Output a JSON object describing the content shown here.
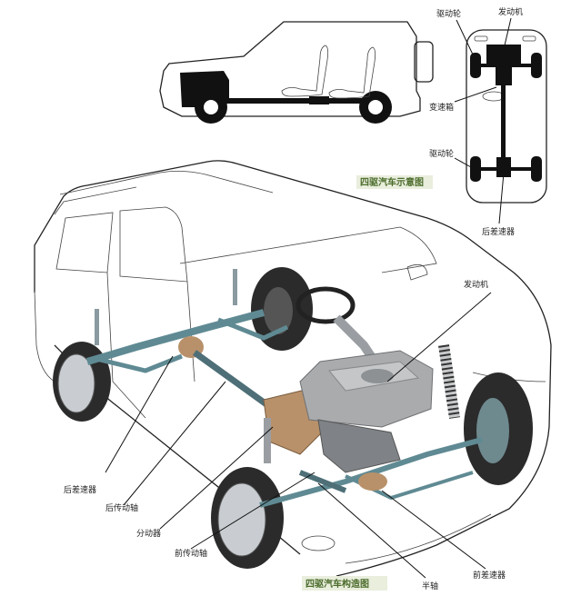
{
  "top_diagram": {
    "caption": "四驱汽车示意图",
    "labels": {
      "front_drive_wheel": "驱动轮",
      "engine": "发动机",
      "gearbox": "变速箱",
      "rear_drive_wheel": "驱动轮",
      "rear_differential": "后差速器"
    }
  },
  "main_diagram": {
    "caption": "四驱汽车构造图",
    "labels": {
      "engine": "发动机",
      "rear_differential": "后差速器",
      "rear_driveshaft": "后传动轴",
      "transfer_case": "分动器",
      "front_driveshaft": "前传动轴",
      "half_shaft": "半轴",
      "front_differential": "前差速器"
    }
  },
  "colors": {
    "caption_text": "#4a6b2a",
    "caption_bg": "#e9eedd",
    "line": "#111111",
    "chassis_blue": "#5f8a93",
    "transfer_bronze": "#b8916a",
    "engine_gray": "#a9abad"
  }
}
